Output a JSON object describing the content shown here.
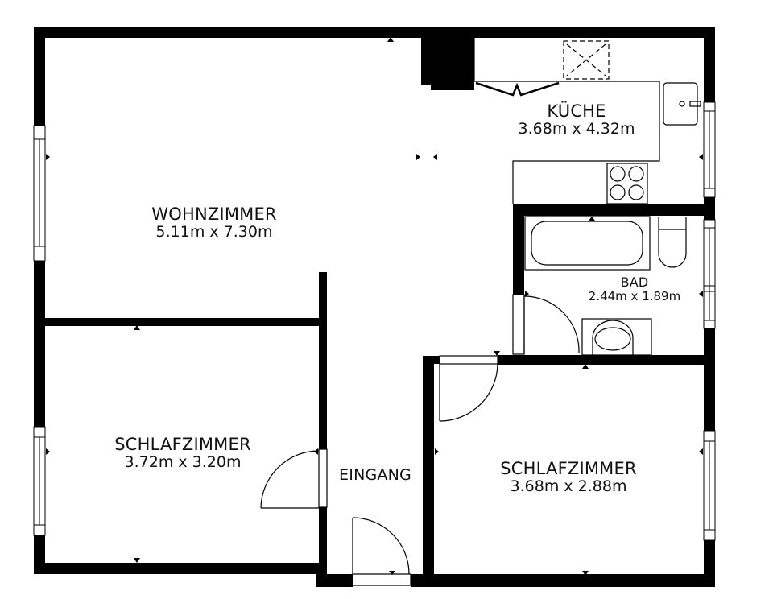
{
  "plan": {
    "type": "floor-plan",
    "colors": {
      "wall": "#000000",
      "background": "#ffffff",
      "line": "#111111"
    },
    "rooms": [
      {
        "id": "wohnzimmer",
        "name": "WOHNZIMMER",
        "dims": "5.11m x 7.30m"
      },
      {
        "id": "kueche",
        "name": "KÜCHE",
        "dims": "3.68m x 4.32m"
      },
      {
        "id": "bad",
        "name": "BAD",
        "dims": "2.44m x 1.89m"
      },
      {
        "id": "schlafzimmer-1",
        "name": "SCHLAFZIMMER",
        "dims": "3.72m x 3.20m"
      },
      {
        "id": "eingang",
        "name": "EINGANG",
        "dims": ""
      },
      {
        "id": "schlafzimmer-2",
        "name": "SCHLAFZIMMER",
        "dims": "3.68m x 2.88m"
      }
    ],
    "fixtures": [
      {
        "room": "kueche",
        "type": "stove-icon"
      },
      {
        "room": "kueche",
        "type": "sink-icon"
      },
      {
        "room": "kueche",
        "type": "chimney-icon"
      },
      {
        "room": "bad",
        "type": "bathtub-icon"
      },
      {
        "room": "bad",
        "type": "toilet-icon"
      },
      {
        "room": "bad",
        "type": "washbasin-icon"
      }
    ]
  }
}
